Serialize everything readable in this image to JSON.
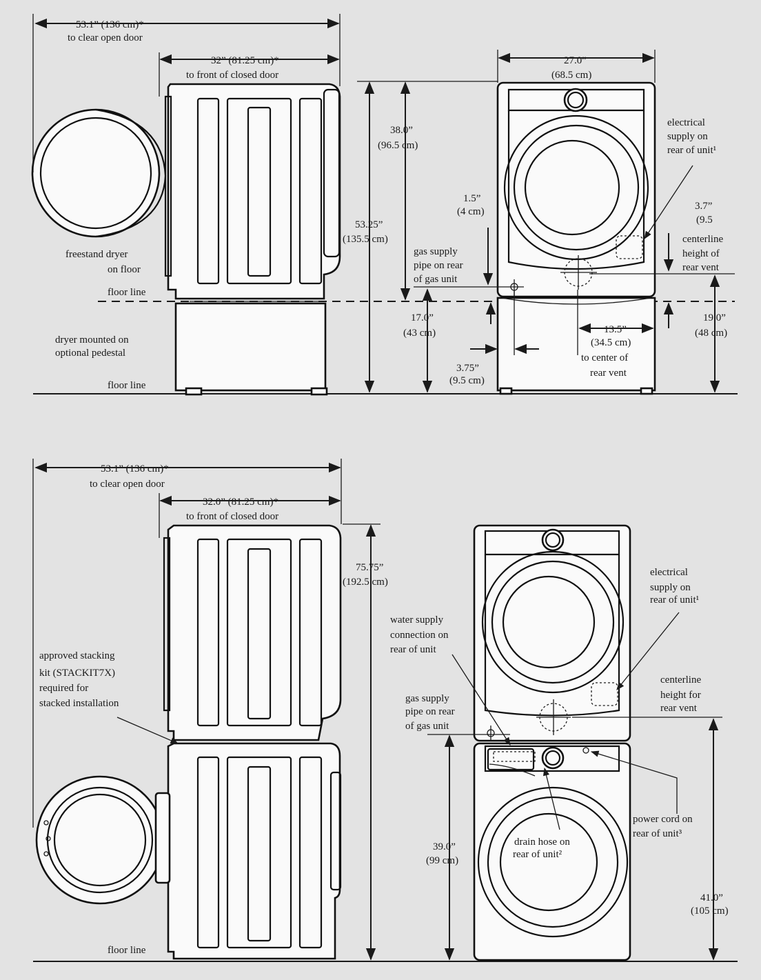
{
  "diagram": {
    "top": {
      "clear_open_door": [
        "53.1” (136 cm)*",
        "to clear open door"
      ],
      "front_closed_door": [
        "32” (81.25 cm)*",
        "to front of closed door"
      ],
      "width": [
        "27.0”",
        "(68.5 cm)"
      ],
      "height_38": [
        "38.0”",
        "(96.5 cm)"
      ],
      "height_53": [
        "53.25”",
        "(135.5 cm)"
      ],
      "dim_1_5": [
        "1.5”",
        "(4 cm)"
      ],
      "dim_3_7": [
        "3.7”",
        "(9.5"
      ],
      "electrical": [
        "electrical",
        "supply on",
        "rear of unit¹"
      ],
      "centerline": [
        "centerline",
        "height of",
        "rear vent"
      ],
      "gas_supply": [
        "gas supply",
        "pipe on rear",
        "of gas unit"
      ],
      "freestand": [
        "freestand dryer",
        "on floor"
      ],
      "floor_line_a": "floor line",
      "floor_line_b": "floor line",
      "pedestal": [
        "dryer mounted on",
        "optional pedestal"
      ],
      "dim_17": [
        "17.0”",
        "(43 cm)"
      ],
      "dim_19": [
        "19.0”",
        "(48 cm)"
      ],
      "dim_13_5": [
        "13.5”",
        "(34.5 cm)",
        "to center of",
        "rear vent"
      ],
      "dim_3_75": [
        "3.75”",
        "(9.5 cm)"
      ]
    },
    "bottom": {
      "clear_open_door": [
        "53.1” (136 cm)*",
        "to clear open door"
      ],
      "front_closed_door": [
        "32.0” (81.25 cm)*",
        "to front of closed door"
      ],
      "height_75": [
        "75.75”",
        "(192.5 cm)"
      ],
      "stacking": [
        "approved stacking",
        "kit (STACKIT7X)",
        "required for",
        "stacked installation"
      ],
      "water_supply": [
        "water supply",
        "connection on",
        "rear of unit"
      ],
      "electrical": [
        "electrical",
        "supply on",
        "rear of unit¹"
      ],
      "centerline": [
        "centerline",
        "height for",
        "rear vent"
      ],
      "gas_supply": [
        "gas supply",
        "pipe on rear",
        "of gas unit"
      ],
      "drain_hose": [
        "drain hose on",
        "rear of unit²"
      ],
      "power_cord": [
        "power cord on",
        "rear of unit³"
      ],
      "dim_39": [
        "39.0”",
        "(99 cm)"
      ],
      "dim_41": [
        "41.0”",
        "(105 cm)"
      ],
      "floor_line": "floor line"
    }
  }
}
